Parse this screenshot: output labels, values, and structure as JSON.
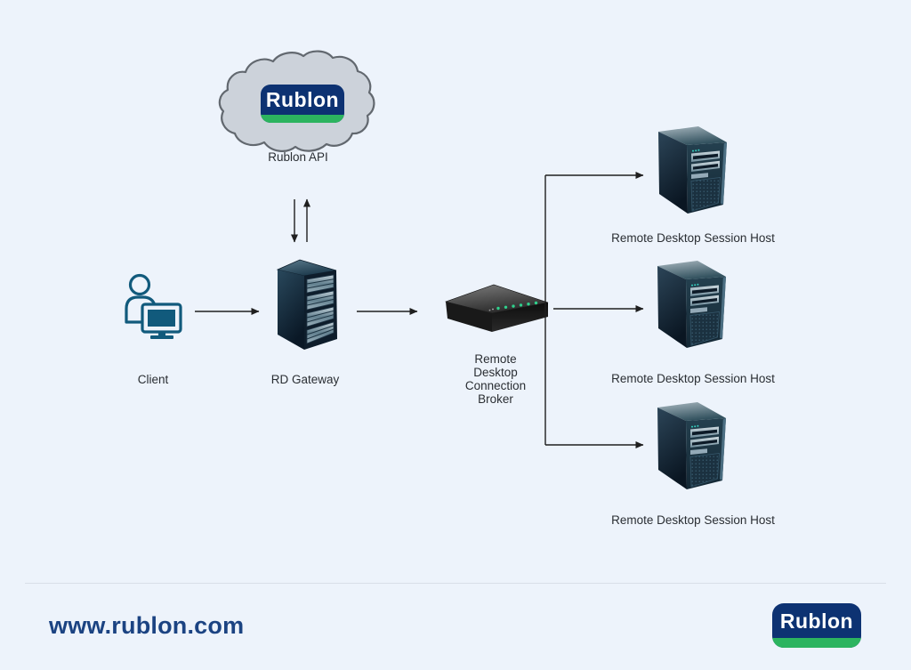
{
  "diagram": {
    "cloud": {
      "logo_text": "Rublon",
      "label": "Rublon API"
    },
    "client": {
      "label": "Client"
    },
    "gateway": {
      "label": "RD Gateway"
    },
    "broker": {
      "label": "Remote Desktop Connection Broker"
    },
    "hosts": [
      {
        "label": "Remote Desktop Session Host"
      },
      {
        "label": "Remote Desktop Session Host"
      },
      {
        "label": "Remote Desktop Session Host"
      }
    ]
  },
  "footer": {
    "website": "www.rublon.com",
    "logo_text": "Rublon"
  },
  "colors": {
    "background": "#edf3fb",
    "brand_navy": "#0d3272",
    "brand_green": "#2cb45f",
    "website_text": "#1b4382",
    "label_text": "#2a2e33",
    "arrow": "#1f1f1f",
    "cloud_fill": "#ccd2da",
    "cloud_stroke": "#62686f",
    "client_icon": "#115a7c",
    "led_green": "#2fd08c"
  }
}
